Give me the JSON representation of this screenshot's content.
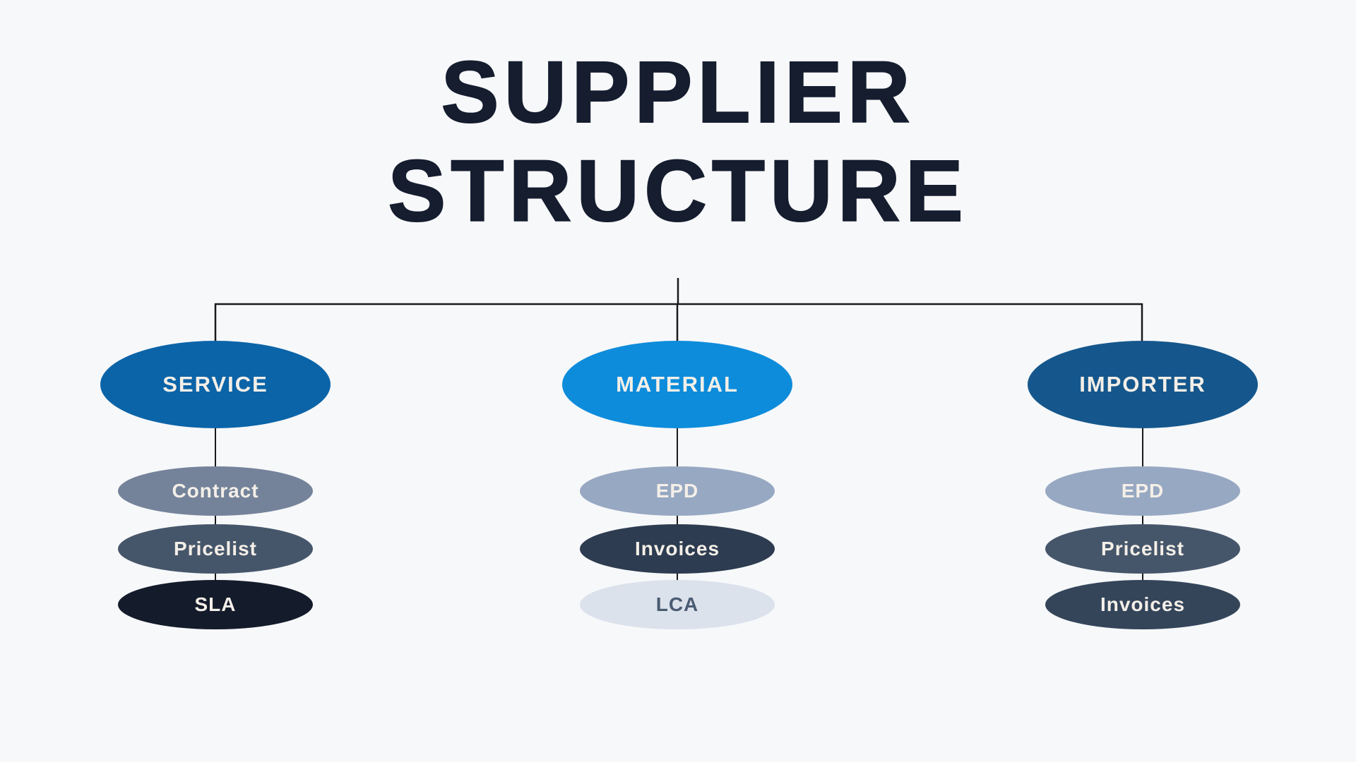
{
  "title": {
    "line1": "SUPPLIER",
    "line2": "STRUCTURE"
  },
  "colors": {
    "background": "#f7f8fa",
    "title_text": "#151d2f",
    "connector_line": "#1a1a1a",
    "node_text_light": "#f4efe8"
  },
  "diagram": {
    "columns": [
      {
        "id": "service",
        "label": "SERVICE",
        "color": "#0b64a8",
        "text_color": "#f4efe8",
        "children": [
          {
            "label": "Contract",
            "color": "#74839a",
            "text_color": "#f4efe8"
          },
          {
            "label": "Pricelist",
            "color": "#46566a",
            "text_color": "#f4efe8"
          },
          {
            "label": "SLA",
            "color": "#141b2b",
            "text_color": "#f4efe8"
          }
        ]
      },
      {
        "id": "material",
        "label": "MATERIAL",
        "color": "#0d8cdb",
        "text_color": "#f4efe8",
        "children": [
          {
            "label": "EPD",
            "color": "#97a8c2",
            "text_color": "#f4efe8"
          },
          {
            "label": "Invoices",
            "color": "#2d3c50",
            "text_color": "#f4efe8"
          },
          {
            "label": "LCA",
            "color": "#dbe2ec",
            "text_color": "#4a5b72"
          }
        ]
      },
      {
        "id": "importer",
        "label": "IMPORTER",
        "color": "#15578c",
        "text_color": "#f4efe8",
        "children": [
          {
            "label": "EPD",
            "color": "#97a8c2",
            "text_color": "#f4efe8"
          },
          {
            "label": "Pricelist",
            "color": "#46566a",
            "text_color": "#f4efe8"
          },
          {
            "label": "Invoices",
            "color": "#34455a",
            "text_color": "#f4efe8"
          }
        ]
      }
    ]
  }
}
